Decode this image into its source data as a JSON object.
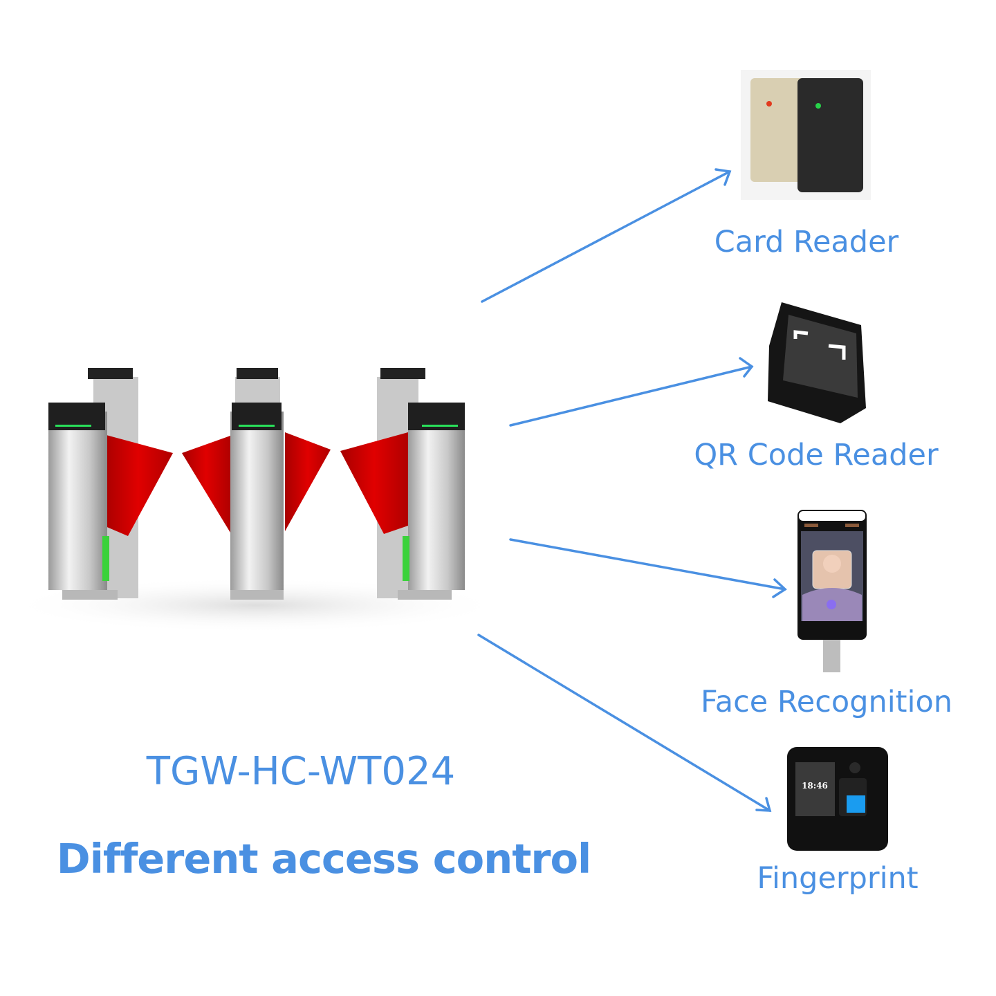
{
  "product": {
    "model": "TGW-HC-WT024",
    "tagline": "Different access control"
  },
  "devices": [
    {
      "label": "Card Reader",
      "icon": "card-reader-icon"
    },
    {
      "label": "QR Code Reader",
      "icon": "qr-code-reader-icon"
    },
    {
      "label": "Face Recognition",
      "icon": "face-recognition-terminal-icon"
    },
    {
      "label": "Fingerprint",
      "icon": "fingerprint-terminal-icon"
    }
  ],
  "fingerprint_screen": {
    "time": "18:46"
  },
  "colors": {
    "accent": "#4a90e2",
    "wing": "#d40000",
    "arrow": "#4a90e2"
  }
}
